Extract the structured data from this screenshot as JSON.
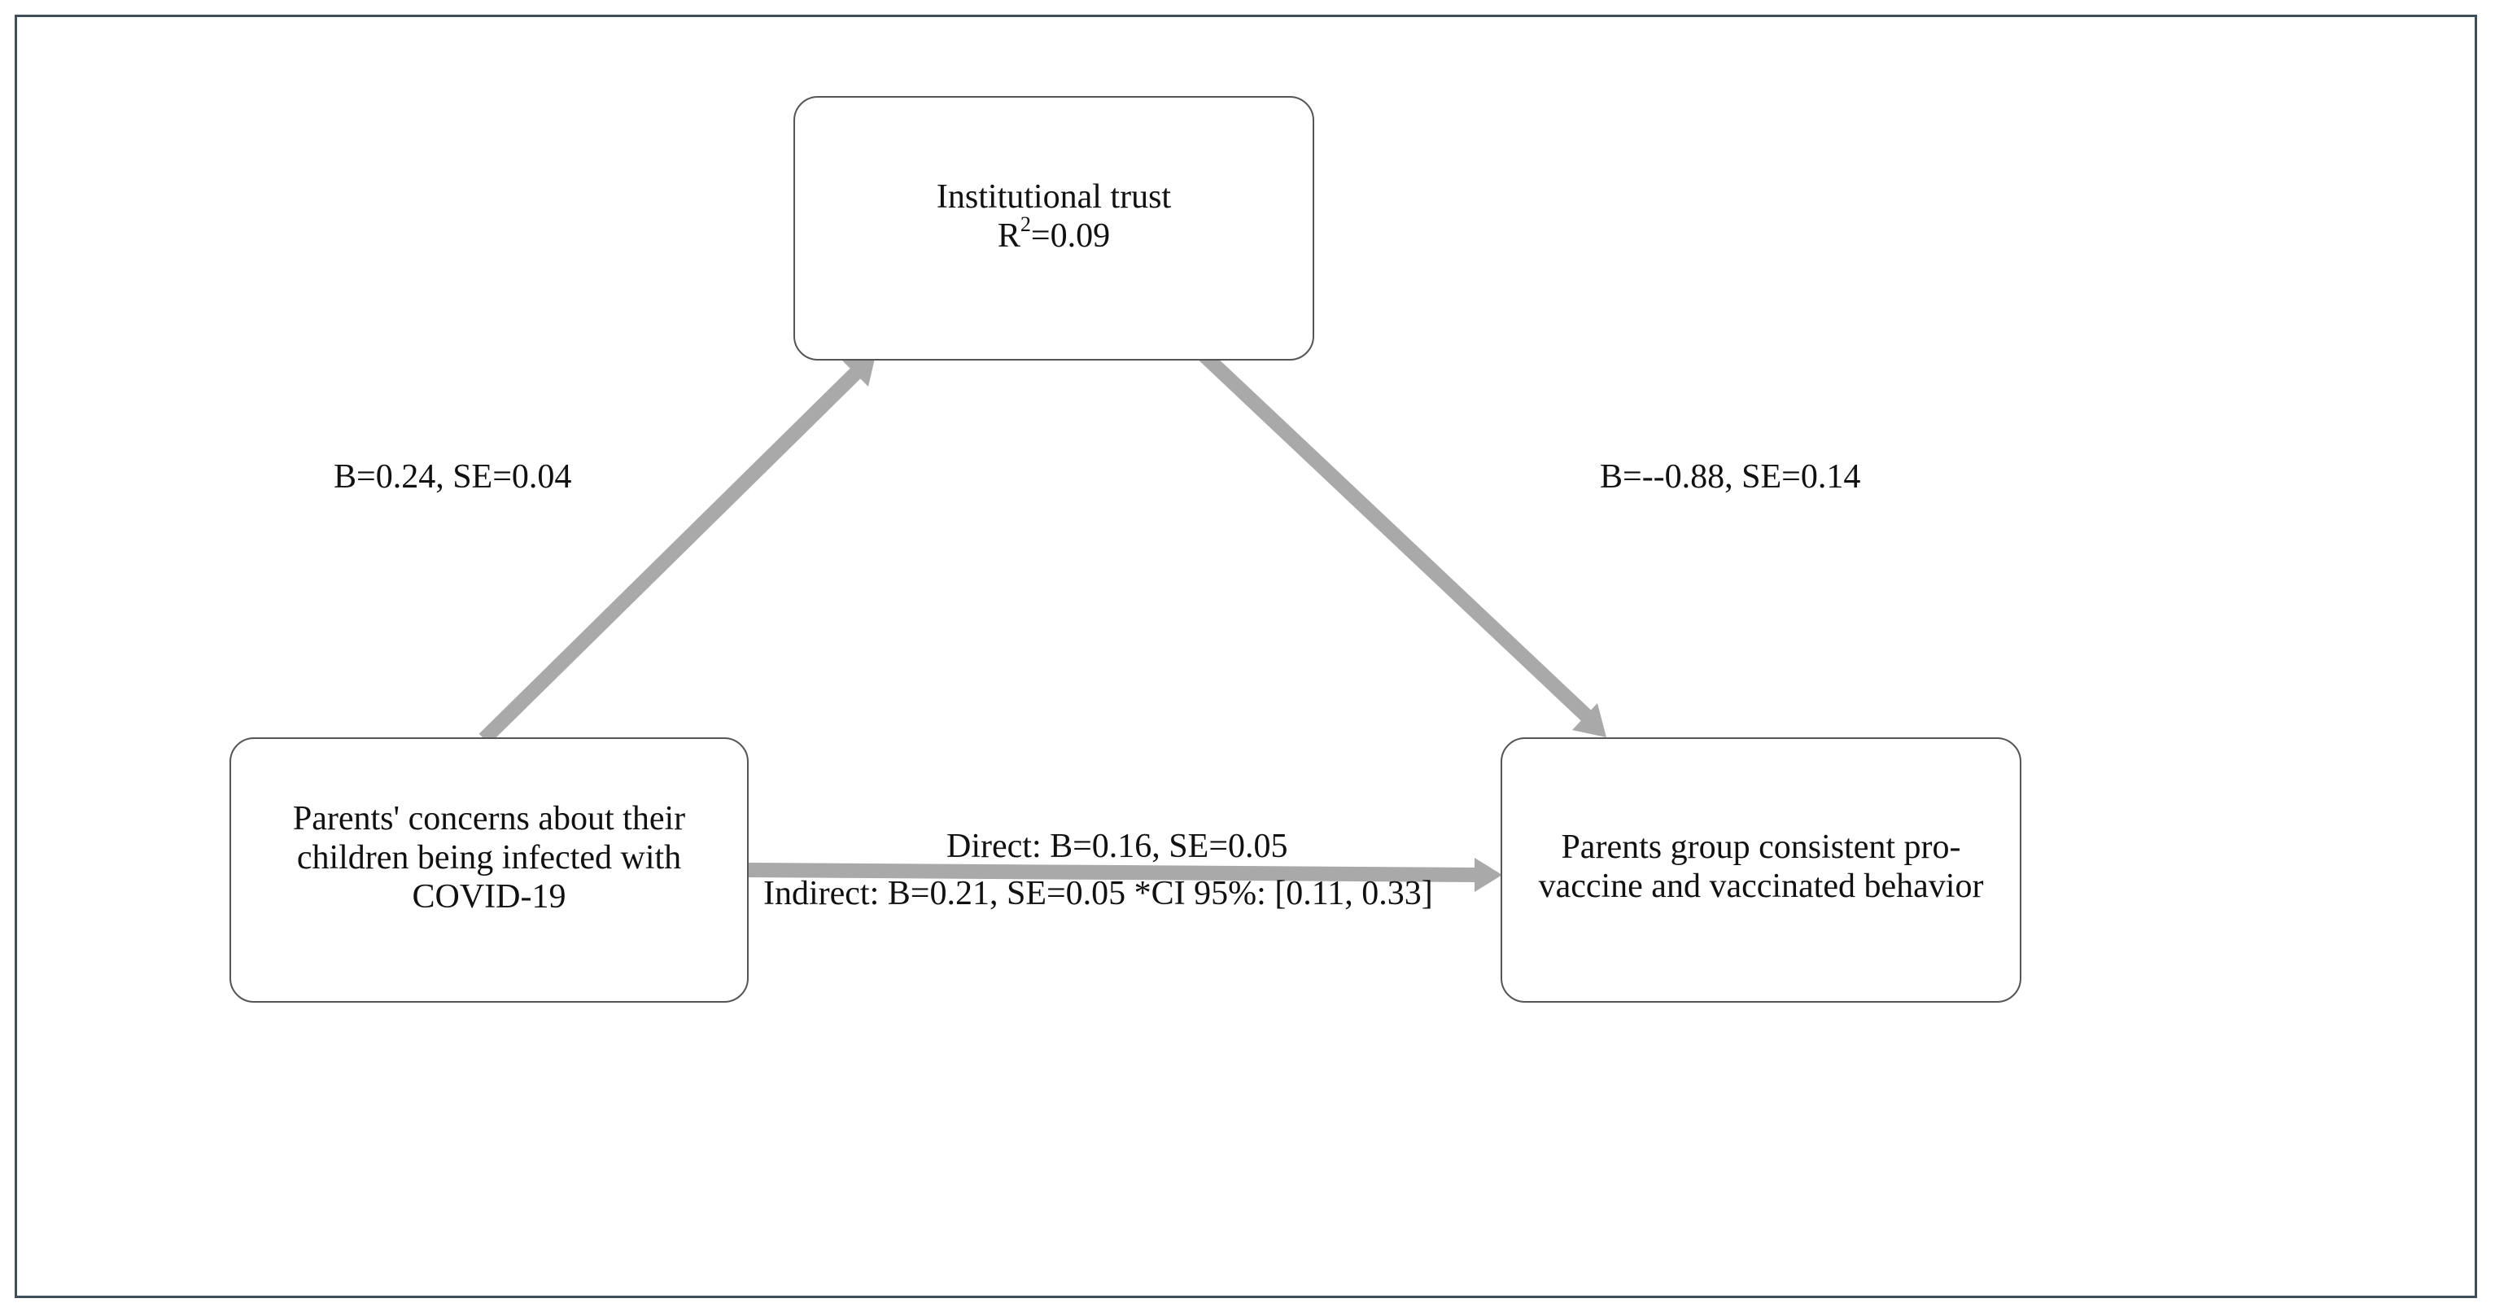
{
  "diagram": {
    "nodes": {
      "mediator": {
        "title": "Institutional trust",
        "r2_prefix": "R",
        "r2_sup": "2",
        "r2_value": "=0.09"
      },
      "predictor": {
        "label": "Parents' concerns about their children being infected with COVID-19"
      },
      "outcome": {
        "label": "Parents group consistent pro-vaccine and vaccinated behavior"
      }
    },
    "paths": {
      "a": {
        "label": "B=0.24, SE=0.04"
      },
      "b": {
        "label": "B=--0.88, SE=0.14"
      },
      "direct": {
        "label": "Direct: B=0.16, SE=0.05"
      },
      "indirect": {
        "label": "Indirect: B=0.21, SE=0.05 *CI 95%: [0.11, 0.33]"
      }
    },
    "colors": {
      "arrow": "#a9a9a9",
      "frame": "#3f4f5a",
      "box_border": "#555555"
    }
  }
}
